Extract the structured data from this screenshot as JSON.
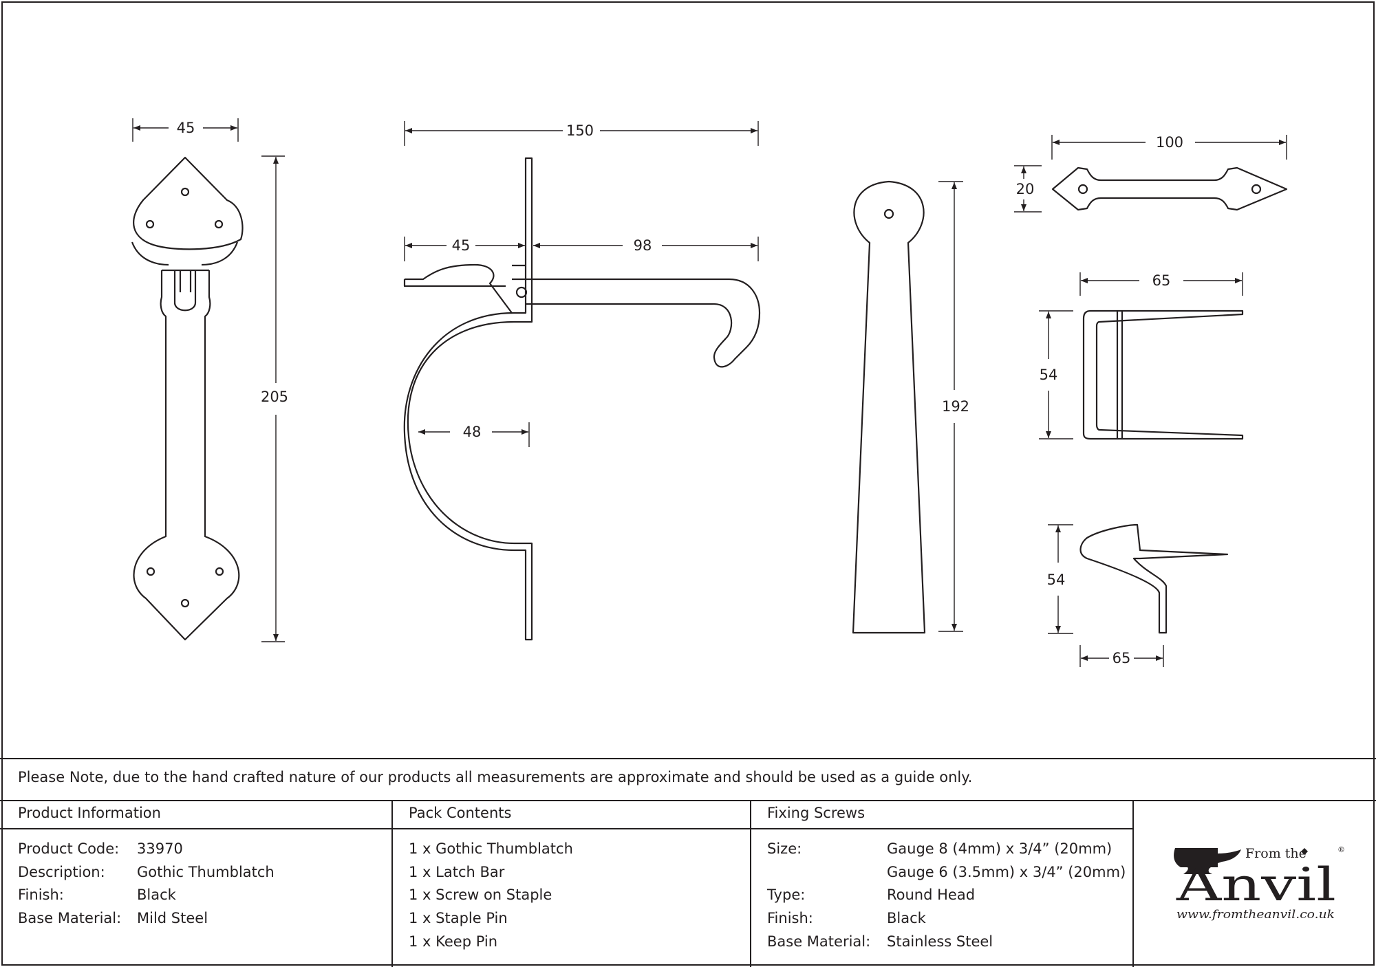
{
  "dimensions": {
    "handle_width": "45",
    "handle_height": "205",
    "latch_total": "150",
    "latch_front": "45",
    "latch_back": "98",
    "latch_grip": "48",
    "bar_height": "192",
    "staple_width": "100",
    "staple_height": "20",
    "keep_width": "65",
    "keep_height": "54",
    "pin_height": "54",
    "pin_width": "65"
  },
  "note": "Please Note, due to the hand crafted nature of our products all measurements are approximate and should be used as a guide only.",
  "product_info": {
    "heading": "Product Information",
    "rows": [
      {
        "label": "Product Code:",
        "value": "33970"
      },
      {
        "label": "Description:",
        "value": "Gothic Thumblatch"
      },
      {
        "label": "Finish:",
        "value": "Black"
      },
      {
        "label": "Base Material:",
        "value": "Mild Steel"
      }
    ]
  },
  "pack_contents": {
    "heading": "Pack Contents",
    "items": [
      "1 x Gothic Thumblatch",
      "1 x Latch Bar",
      "1 x Screw on Staple",
      "1 x Staple Pin",
      "1 x Keep Pin"
    ]
  },
  "fixing_screws": {
    "heading": "Fixing Screws",
    "size_label": "Size:",
    "size_values": [
      "Gauge 8 (4mm) x 3/4” (20mm)",
      "Gauge 6 (3.5mm) x 3/4” (20mm)"
    ],
    "rows": [
      {
        "label": "Type:",
        "value": "Round Head"
      },
      {
        "label": "Finish:",
        "value": "Black"
      },
      {
        "label": "Base Material:",
        "value": "Stainless Steel"
      }
    ]
  },
  "logo": {
    "from_the": "From the",
    "brand": "Anvil",
    "registered": "®",
    "url": "www.fromtheanvil.co.uk"
  },
  "colors": {
    "ink": "#231f20",
    "background": "#ffffff"
  }
}
